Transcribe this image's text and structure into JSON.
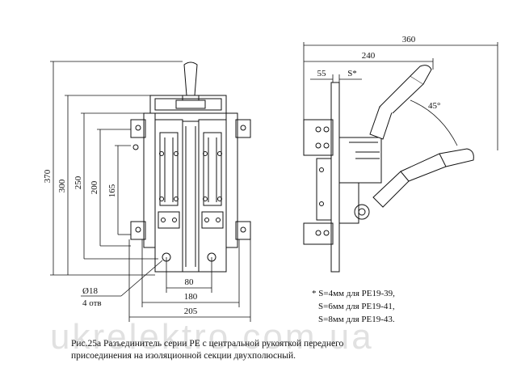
{
  "dimensions_front": {
    "height_370": "370",
    "height_300": "300",
    "height_250": "250",
    "height_200": "200",
    "height_165": "165",
    "width_80": "80",
    "width_180": "180",
    "width_205": "205",
    "hole_dia": "Ø18",
    "hole_count": "4 отв"
  },
  "dimensions_side": {
    "width_360": "360",
    "width_240": "240",
    "width_55": "55",
    "gap_s": "S*",
    "angle": "45°"
  },
  "notes": [
    "* S=4мм для РЕ19-39,",
    "S=6мм для РЕ19-41,",
    "S=8мм для РЕ19-43."
  ],
  "caption": {
    "line1": "Рис.25а Разъединитель серии РЕ с центральной рукояткой переднего",
    "line2": "присоединения на изоляционной секции двухполюсный."
  },
  "watermark": "ukrelektro.com.ua"
}
